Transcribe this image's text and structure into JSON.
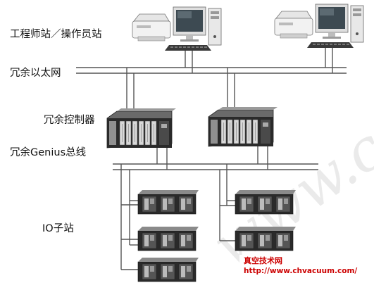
{
  "labels": {
    "workstation": "工程师站／操作员站",
    "ethernet": "冗余以太网",
    "controller": "冗余控制器",
    "genius": "冗余Genius总线",
    "io": "IO子站"
  },
  "credit": {
    "name": "真空技术网",
    "url": "http://www.chvacuum.com/"
  },
  "watermark": "www.c",
  "colors": {
    "line": "#555555",
    "device_dark": "#2a2a2a",
    "device_mid": "#6a6a6a",
    "device_light": "#d8d8d8",
    "credit": "#cc0000"
  }
}
